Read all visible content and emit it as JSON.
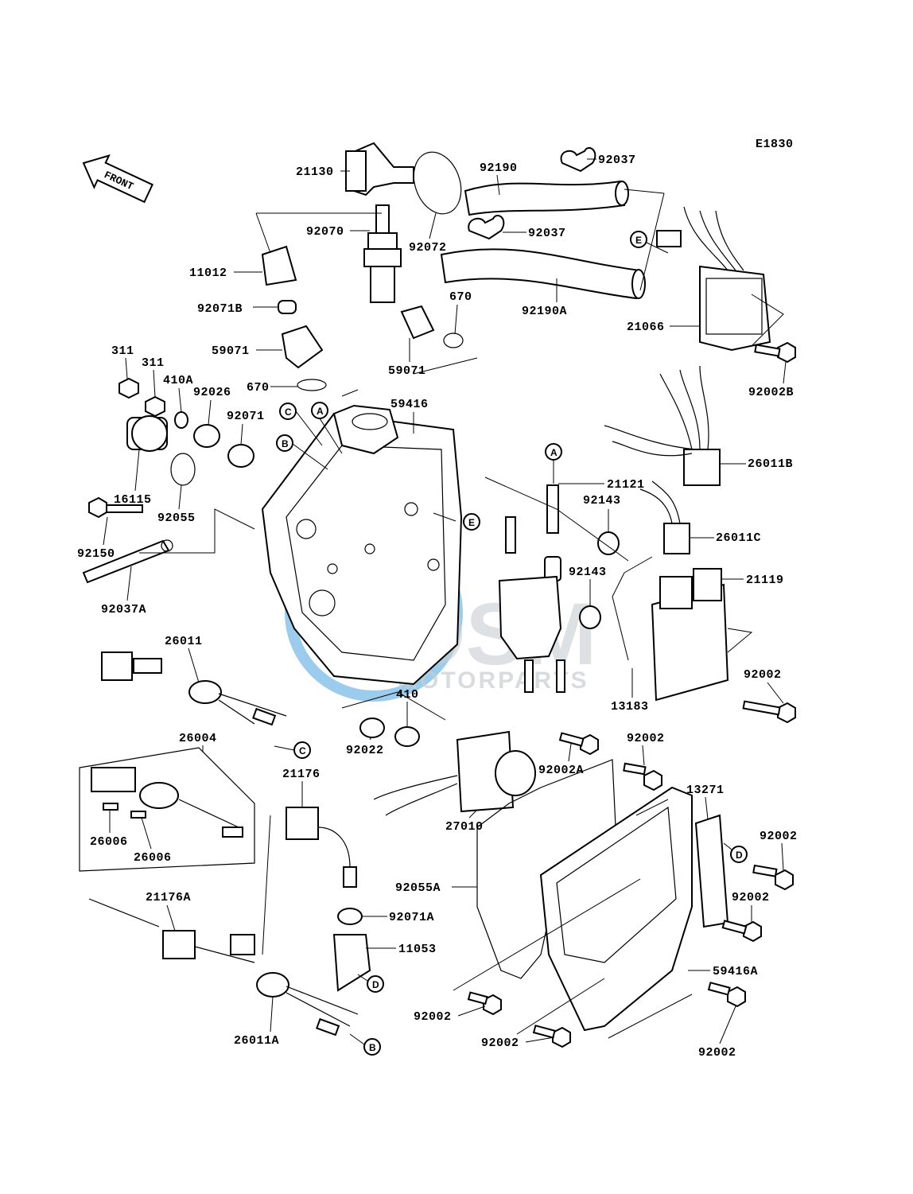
{
  "diagram_code": "E1830",
  "front_label": "FRONT",
  "watermark": {
    "brand": "OSM",
    "sub": "MOTORPARTS",
    "color": "#4aa3df"
  },
  "parts": {
    "p21130": "21130",
    "p92190": "92190",
    "p92037a": "92037",
    "p92070": "92070",
    "p92072": "92072",
    "p92037b": "92037",
    "p11012": "11012",
    "p92190A": "92190A",
    "p92071B": "92071B",
    "p670a": "670",
    "p21066": "21066",
    "p59071a": "59071",
    "p311a": "311",
    "p311b": "311",
    "p410A": "410A",
    "p92026": "92026",
    "p670b": "670",
    "p59071b": "59071",
    "p92002B": "92002B",
    "p59416": "59416",
    "p92071": "92071",
    "p26011B": "26011B",
    "p16115": "16115",
    "p92055": "92055",
    "p21121": "21121",
    "p92143a": "92143",
    "p26011C": "26011C",
    "p92150": "92150",
    "p21119": "21119",
    "p92143b": "92143",
    "p92037A": "92037A",
    "p26011": "26011",
    "p13183": "13183",
    "p92002a": "92002",
    "p410": "410",
    "p26004": "26004",
    "p92022": "92022",
    "p92002A": "92002A",
    "p92002b": "92002",
    "p21176": "21176",
    "p13271": "13271",
    "p27010": "27010",
    "p26006a": "26006",
    "p26006b": "26006",
    "p92002c": "92002",
    "p92055A": "92055A",
    "p21176A": "21176A",
    "p92071A": "92071A",
    "p92002d": "92002",
    "p11053": "11053",
    "p59416A": "59416A",
    "p92002e": "92002",
    "p26011A": "26011A",
    "p92002f": "92002",
    "p92002g": "92002"
  },
  "callouts": {
    "A": "A",
    "B": "B",
    "C": "C",
    "D": "D",
    "E": "E"
  }
}
